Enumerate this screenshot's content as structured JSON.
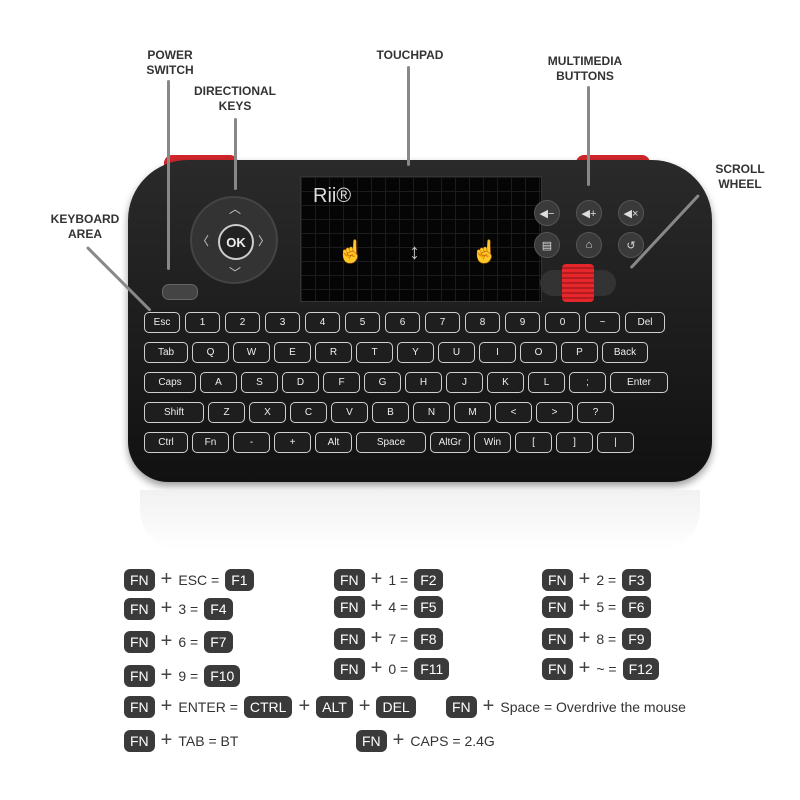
{
  "callouts": {
    "power": "POWER\nSWITCH",
    "directional": "DIRECTIONAL\nKEYS",
    "touchpad": "TOUCHPAD",
    "multimedia": "MULTIMEDIA\nBUTTONS",
    "scroll": "SCROLL\nWHEEL",
    "keyboard": "KEYBOARD\nAREA"
  },
  "touchpad": {
    "logo": "Rii®"
  },
  "dpad": {
    "ok": "OK"
  },
  "rows": [
    [
      "Esc",
      "1",
      "2",
      "3",
      "4",
      "5",
      "6",
      "7",
      "8",
      "9",
      "0",
      "~",
      "Del"
    ],
    [
      "Tab",
      "Q",
      "W",
      "E",
      "R",
      "T",
      "Y",
      "U",
      "I",
      "O",
      "P",
      "Back"
    ],
    [
      "Caps",
      "A",
      "S",
      "D",
      "F",
      "G",
      "H",
      "J",
      "K",
      "L",
      ";",
      "Enter"
    ],
    [
      "Shift",
      "Z",
      "X",
      "C",
      "V",
      "B",
      "N",
      "M",
      "<",
      ">",
      "?"
    ],
    [
      "Ctrl",
      "Fn",
      "-",
      "+",
      "Alt",
      "Space",
      "AltGr",
      "Win",
      "[",
      "]",
      "|"
    ]
  ],
  "legend": [
    {
      "parts": [
        "FN",
        "+",
        "ESC =",
        "F1"
      ]
    },
    {
      "parts": [
        "FN",
        "+",
        "1 =",
        "F2"
      ]
    },
    {
      "parts": [
        "FN",
        "+",
        "2 =",
        "F3"
      ]
    },
    {
      "parts": [
        "FN",
        "+",
        "3 =",
        "F4"
      ]
    },
    {
      "parts": [
        "FN",
        "+",
        "4 =",
        "F5"
      ]
    },
    {
      "parts": [
        "FN",
        "+",
        "5 =",
        "F6"
      ]
    },
    {
      "parts": [
        "FN",
        "+",
        "6 =",
        "F7"
      ]
    },
    {
      "parts": [
        "FN",
        "+",
        "7 =",
        "F8"
      ]
    },
    {
      "parts": [
        "FN",
        "+",
        "8 =",
        "F9"
      ]
    },
    {
      "parts": [
        "FN",
        "+",
        "9 =",
        "F10"
      ]
    },
    {
      "parts": [
        "FN",
        "+",
        "0 =",
        "F11"
      ]
    },
    {
      "parts": [
        "FN",
        "+",
        "~ =",
        "F12"
      ]
    },
    {
      "parts": [
        "FN",
        "+",
        "ENTER =",
        "CTRL",
        "+",
        "ALT",
        "+",
        "DEL"
      ]
    },
    {
      "parts": [
        "FN",
        "+",
        "Space = Overdrive the mouse"
      ]
    },
    {
      "parts": [
        "FN",
        "+",
        "TAB = BT"
      ]
    },
    {
      "parts": [
        "FN",
        "+",
        "CAPS = 2.4G"
      ]
    }
  ]
}
